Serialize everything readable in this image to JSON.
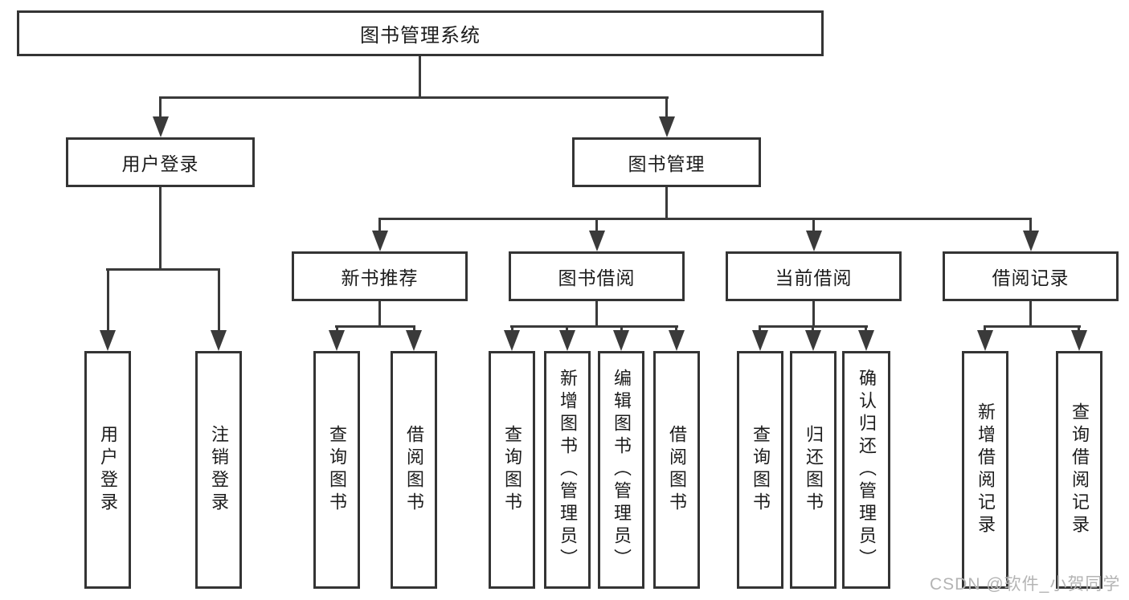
{
  "tree": {
    "label": "图书管理系统",
    "children": [
      {
        "label": "用户登录",
        "children": [
          {
            "label": "用户登录"
          },
          {
            "label": "注销登录"
          }
        ]
      },
      {
        "label": "图书管理",
        "children": [
          {
            "label": "新书推荐",
            "children": [
              {
                "label": "查询图书"
              },
              {
                "label": "借阅图书"
              }
            ]
          },
          {
            "label": "图书借阅",
            "children": [
              {
                "label": "查询图书"
              },
              {
                "label": "新增图书（管理员）"
              },
              {
                "label": "编辑图书（管理员）"
              },
              {
                "label": "借阅图书"
              }
            ]
          },
          {
            "label": "当前借阅",
            "children": [
              {
                "label": "查询图书"
              },
              {
                "label": "归还图书"
              },
              {
                "label": "确认归还（管理员）"
              }
            ]
          },
          {
            "label": "借阅记录",
            "children": [
              {
                "label": "新增借阅记录"
              },
              {
                "label": "查询借阅记录"
              }
            ]
          }
        ]
      }
    ]
  },
  "watermark": "CSDN @软件_小贺同学",
  "colors": {
    "line": "#3a3a3a",
    "border": "#343434",
    "text": "#1c1c1c",
    "watermark": "#b4b4b4",
    "background": "#ffffff"
  }
}
